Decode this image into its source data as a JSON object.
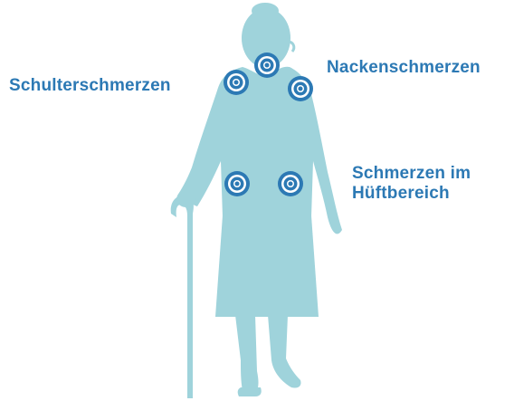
{
  "colors": {
    "silhouette": "#9fd3db",
    "target_outer": "#2c79b4",
    "target_inner_ring": "#ffffff",
    "label_text": "#2c79b4"
  },
  "labels": {
    "shoulder_pain": "Schulterschmerzen",
    "neck_pain": "Nackenschmerzen",
    "hip_pain_line1": "Schmerzen im",
    "hip_pain_line2": "Hüftbereich"
  },
  "icons": {
    "pain_marker": "target-icon",
    "figure": "elderly-woman-with-cane-silhouette"
  }
}
